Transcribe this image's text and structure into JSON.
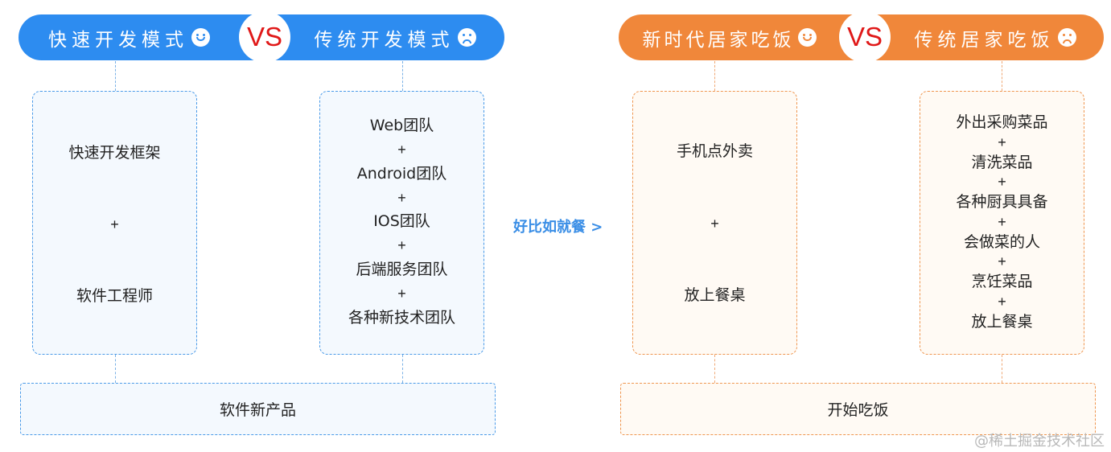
{
  "left": {
    "header": {
      "left_title": "快速开发模式",
      "vs": "VS",
      "right_title": "传统开发模式"
    },
    "box_a": {
      "line1": "快速开发框架",
      "plus": "+",
      "line2": "软件工程师"
    },
    "box_b": {
      "items": [
        "Web团队",
        "+",
        "Android团队",
        "+",
        "IOS团队",
        "+",
        "后端服务团队",
        "+",
        "各种新技术团队"
      ]
    },
    "bottom": "软件新产品"
  },
  "middle_label": "好比如就餐 >",
  "right": {
    "header": {
      "left_title": "新时代居家吃饭",
      "vs": "VS",
      "right_title": "传统居家吃饭"
    },
    "box_a": {
      "line1": "手机点外卖",
      "plus": "+",
      "line2": "放上餐桌"
    },
    "box_b": {
      "items": [
        "外出采购菜品",
        "+",
        "清洗菜品",
        "+",
        "各种厨具具备",
        "+",
        "会做菜的人",
        "+",
        "烹饪菜品",
        "+",
        "放上餐桌"
      ]
    },
    "bottom": "开始吃饭"
  },
  "watermark": "@稀土掘金技术社区",
  "colors": {
    "blue": "#2d8cf0",
    "orange": "#f0873a",
    "vs_red": "#e01818"
  },
  "icons": {
    "happy": "smile-face-icon",
    "unhappy": "sad-face-icon"
  }
}
